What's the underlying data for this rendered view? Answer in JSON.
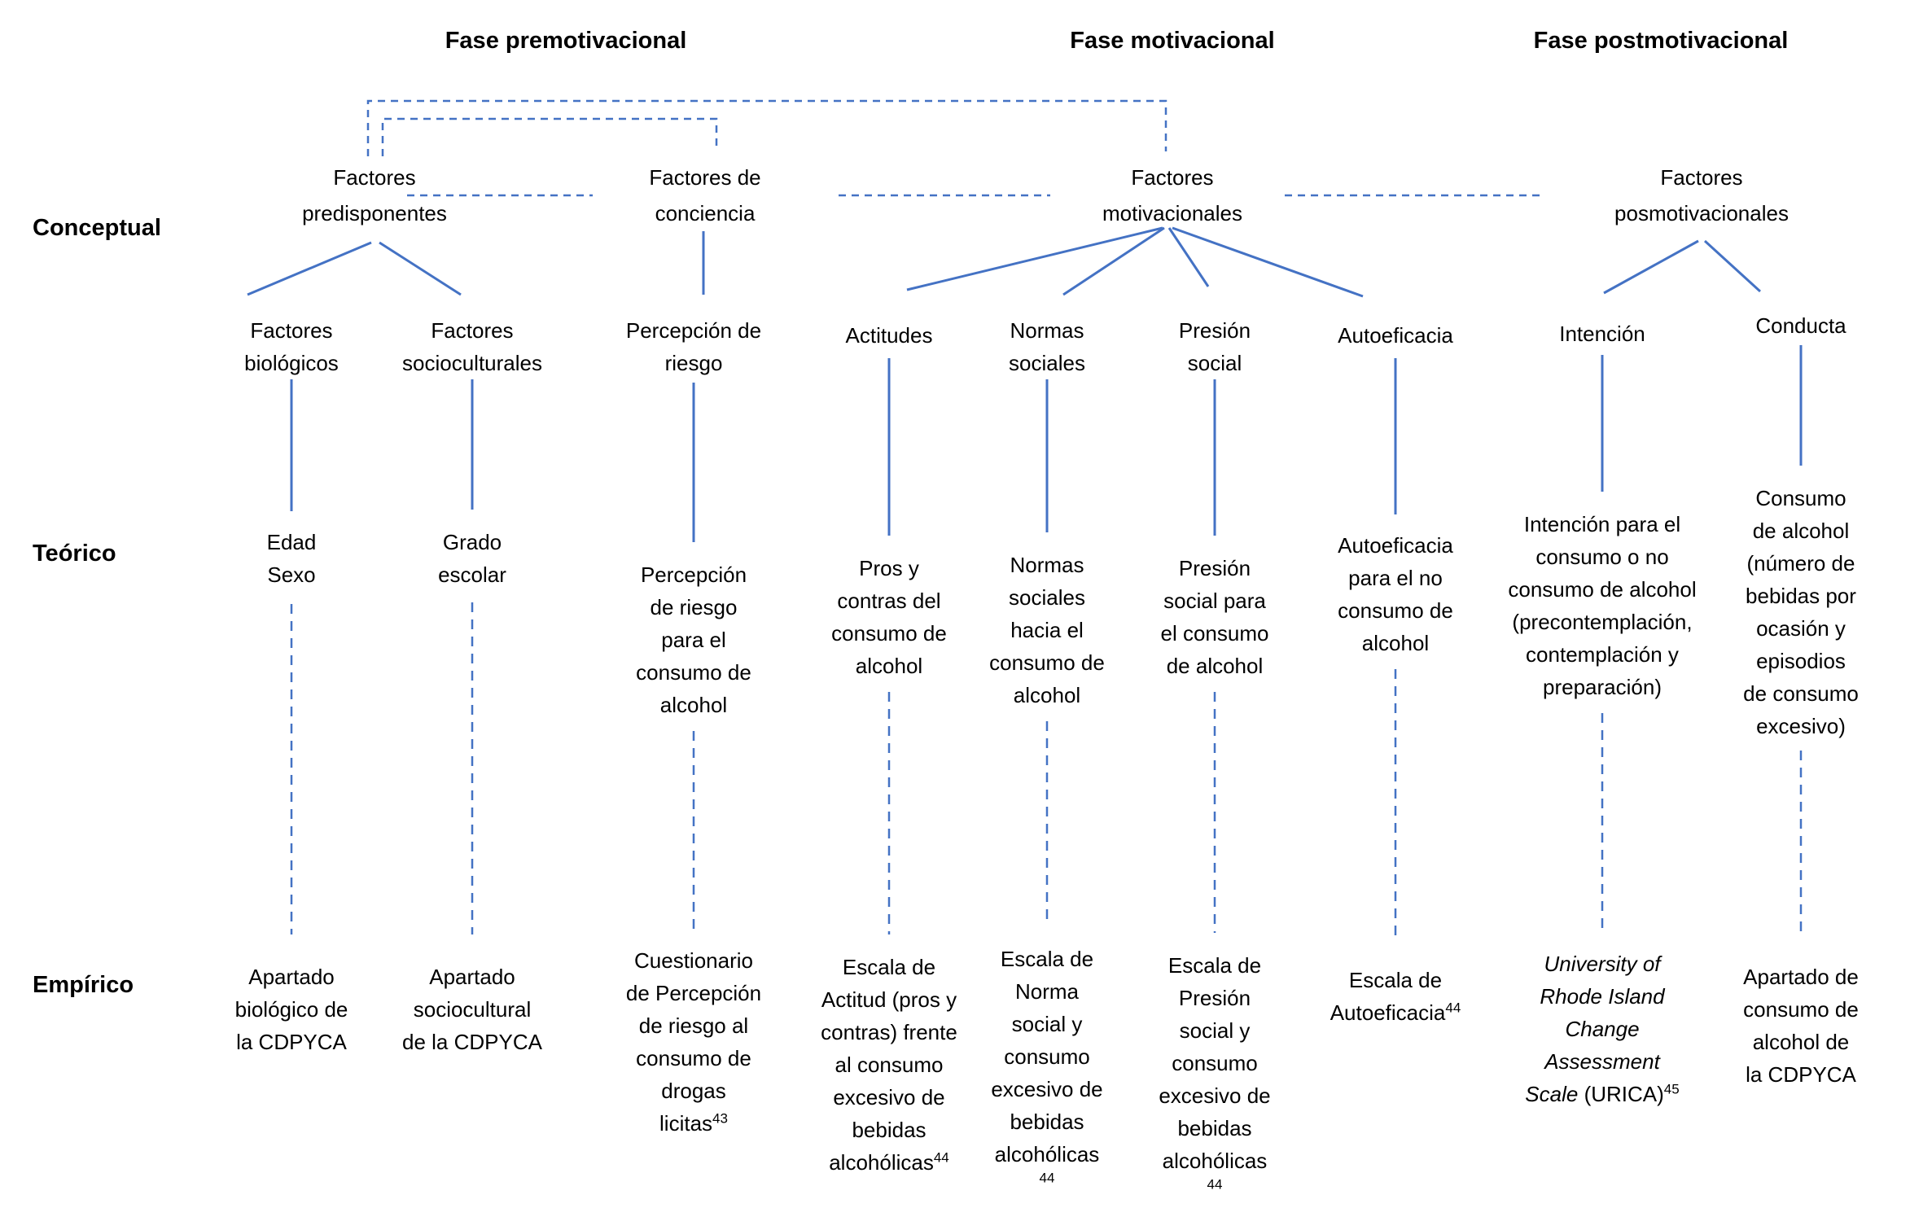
{
  "phases": {
    "premotivational": "Fase premotivacional",
    "motivational": "Fase motivacional",
    "postmotivational": "Fase postmotivacional"
  },
  "row_labels": {
    "conceptual": "Conceptual",
    "theoretical": "Teórico",
    "empirical": "Empírico"
  },
  "concept_nodes": {
    "predisposing": "Factores\npredisponentes",
    "awareness": "Factores de\nconciencia",
    "motivational": "Factores\nmotivacionales",
    "postmotivational": "Factores\nposmotivacionales"
  },
  "columns": [
    {
      "conceptual": "Factores\nbiológicos",
      "theoretical": "Edad\nSexo",
      "empirical": {
        "text": "Apartado\nbiológico de\nla CDPYCA"
      }
    },
    {
      "conceptual": "Factores\nsocioculturales",
      "theoretical": "Grado\nescolar",
      "empirical": {
        "text": "Apartado\nsociocultural\nde la CDPYCA"
      }
    },
    {
      "conceptual": "Percepción de\nriesgo",
      "theoretical": "Percepción\nde riesgo\npara el\nconsumo de\nalcohol",
      "empirical": {
        "text": "Cuestionario\nde Percepción\nde riesgo al\nconsumo de\ndrogas\nlicitas",
        "ref": "43"
      }
    },
    {
      "conceptual": "Actitudes",
      "theoretical": "Pros y\ncontras del\nconsumo de\nalcohol",
      "empirical": {
        "text": "Escala de\nActitud (pros y\ncontras) frente\nal consumo\nexcesivo de\nbebidas\nalcohólicas",
        "ref": "44"
      }
    },
    {
      "conceptual": "Normas\nsociales",
      "theoretical": "Normas\nsociales\nhacia el\nconsumo de\nalcohol",
      "empirical": {
        "text": "Escala de\nNorma\nsocial y\nconsumo\nexcesivo de\nbebidas\nalcohólicas",
        "ref": "44"
      }
    },
    {
      "conceptual": "Presión\nsocial",
      "theoretical": "Presión\nsocial para\nel consumo\nde alcohol",
      "empirical": {
        "text": "Escala de\nPresión\nsocial y\nconsumo\nexcesivo de\nbebidas\nalcohólicas",
        "ref": "44"
      }
    },
    {
      "conceptual": "Autoeficacia",
      "theoretical": "Autoeficacia\npara el no\nconsumo de\nalcohol",
      "empirical": {
        "text": "Escala de\nAutoeficacia",
        "ref": "44"
      }
    },
    {
      "conceptual": "Intención",
      "theoretical": "Intención para el\nconsumo o no\nconsumo de alcohol\n(precontemplación,\ncontemplación y\npreparación)",
      "empirical": {
        "text_italic": "University of\nRhode Island\nChange\nAssessment\nScale",
        "text_roman": " (URICA)",
        "ref": "45"
      }
    },
    {
      "conceptual": "Conducta",
      "theoretical": "Consumo\nde alcohol\n(número de\nbebidas por\nocasión y\nepisodios\nde consumo\nexcesivo)",
      "empirical": {
        "text": "Apartado de\nconsumo de\nalcohol de\nla CDPYCA"
      }
    }
  ],
  "colors": {
    "arrow_blue": "#4472C4",
    "text": "#000000",
    "background": "#FFFFFF"
  }
}
